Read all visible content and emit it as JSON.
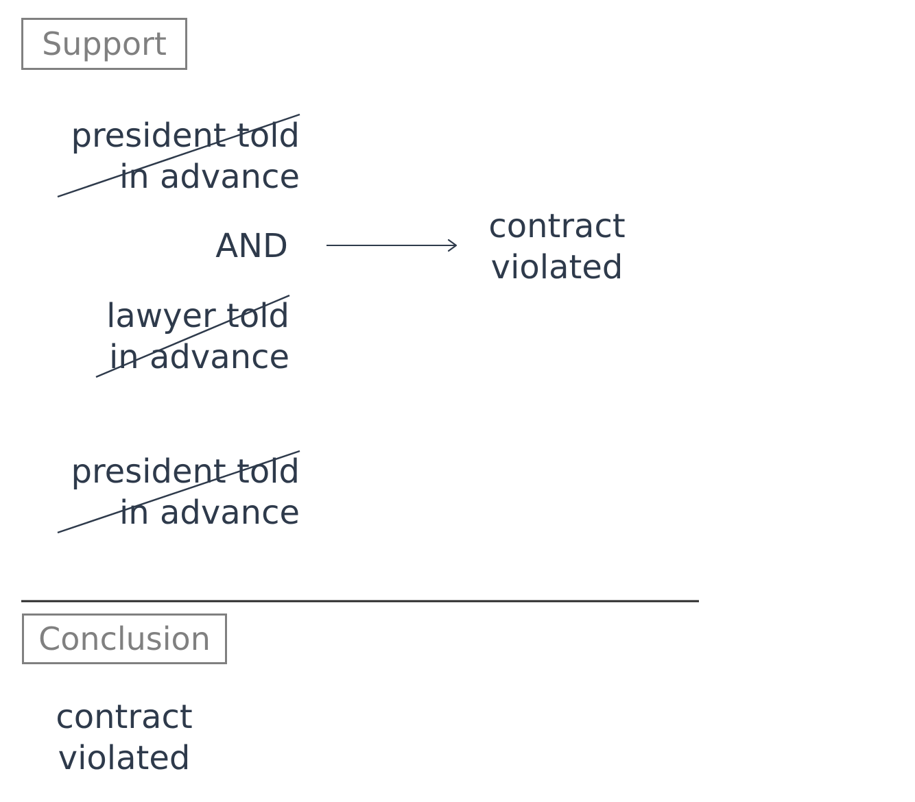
{
  "support": {
    "label": "Support",
    "premises": [
      {
        "line1": "president told",
        "line2": "in advance",
        "struck_out": true
      },
      {
        "line1": "lawyer told",
        "line2": "in advance",
        "struck_out": true
      },
      {
        "line1": "president told",
        "line2": "in advance",
        "struck_out": true
      }
    ],
    "operator": "AND",
    "inference": {
      "line1": "contract",
      "line2": "violated"
    }
  },
  "conclusion": {
    "label": "Conclusion",
    "statement": {
      "line1": "contract",
      "line2": "violated"
    }
  },
  "colors": {
    "text": "#2e3a4b",
    "label": "#808080",
    "rule": "#2b2b2b"
  }
}
